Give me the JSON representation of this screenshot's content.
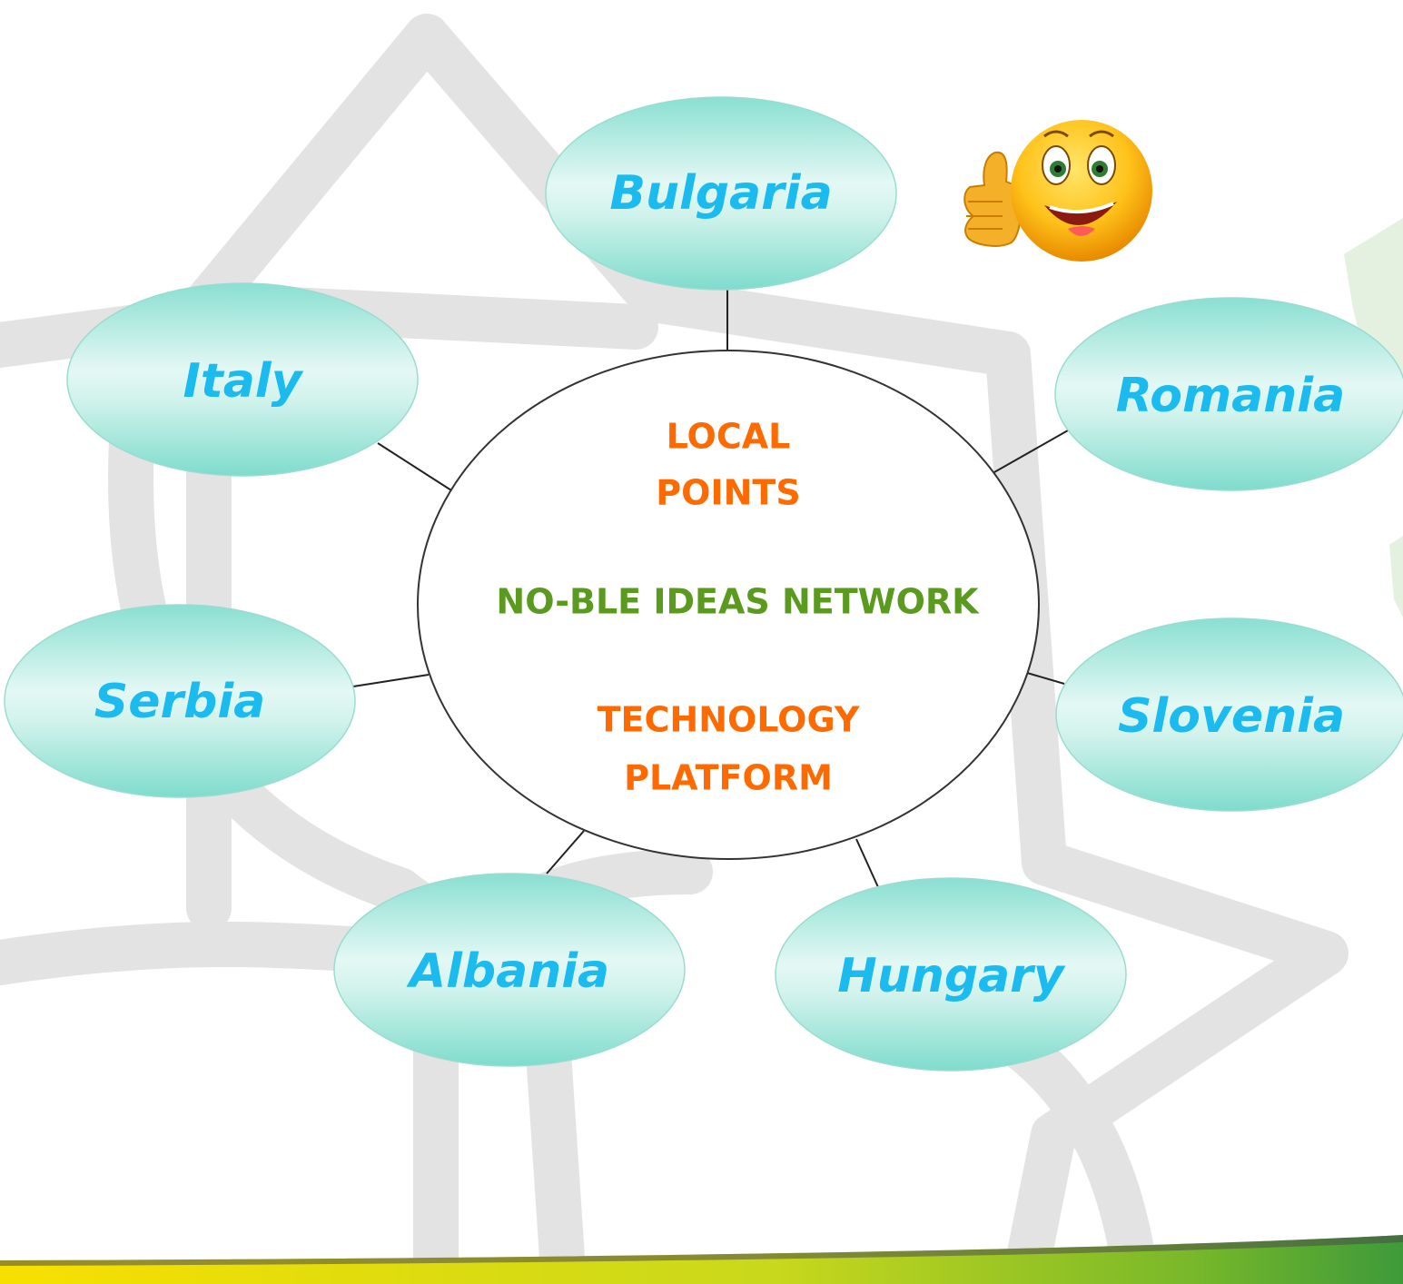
{
  "center": {
    "line1": "LOCAL",
    "line2": "POINTS",
    "line3": "NO-BLE IDEAS NETWORK",
    "line4": "TECHNOLOGY",
    "line5": "PLATFORM"
  },
  "countries": {
    "bulgaria": "Bulgaria",
    "italy": "Italy",
    "romania": "Romania",
    "serbia": "Serbia",
    "slovenia": "Slovenia",
    "albania": "Albania",
    "hungary": "Hungary"
  },
  "colors": {
    "orange": "#ff6a00",
    "green": "#5a9a1e",
    "country_text": "#1bbbef",
    "bubble_top": "#8adfd2",
    "bubble_mid": "#d9f6f0",
    "bubble_bottom": "#7fdccd",
    "watermark": "#e2e2e2"
  },
  "icons": {
    "emoji": "thumbs-up-smiley-icon"
  }
}
